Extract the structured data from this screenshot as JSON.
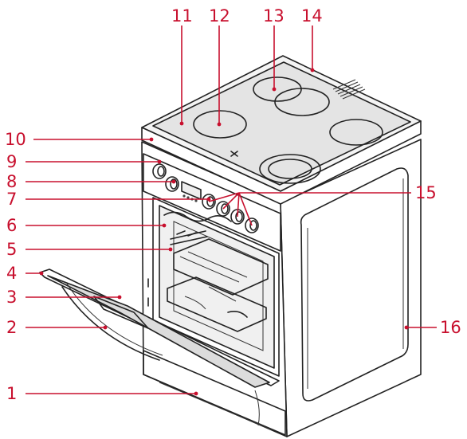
{
  "callouts": [
    {
      "id": "1",
      "label": "1"
    },
    {
      "id": "2",
      "label": "2"
    },
    {
      "id": "3",
      "label": "3"
    },
    {
      "id": "4",
      "label": "4"
    },
    {
      "id": "5",
      "label": "5"
    },
    {
      "id": "6",
      "label": "6"
    },
    {
      "id": "7",
      "label": "7"
    },
    {
      "id": "8",
      "label": "8"
    },
    {
      "id": "9",
      "label": "9"
    },
    {
      "id": "10",
      "label": "10"
    },
    {
      "id": "11",
      "label": "11"
    },
    {
      "id": "12",
      "label": "12"
    },
    {
      "id": "13",
      "label": "13"
    },
    {
      "id": "14",
      "label": "14"
    },
    {
      "id": "15",
      "label": "15"
    },
    {
      "id": "16",
      "label": "16"
    }
  ],
  "colors": {
    "callout": "#c8102e",
    "line": "#222222",
    "glass": "#dcdcdc",
    "hob": "#e4e4e4",
    "body": "#ffffff"
  }
}
